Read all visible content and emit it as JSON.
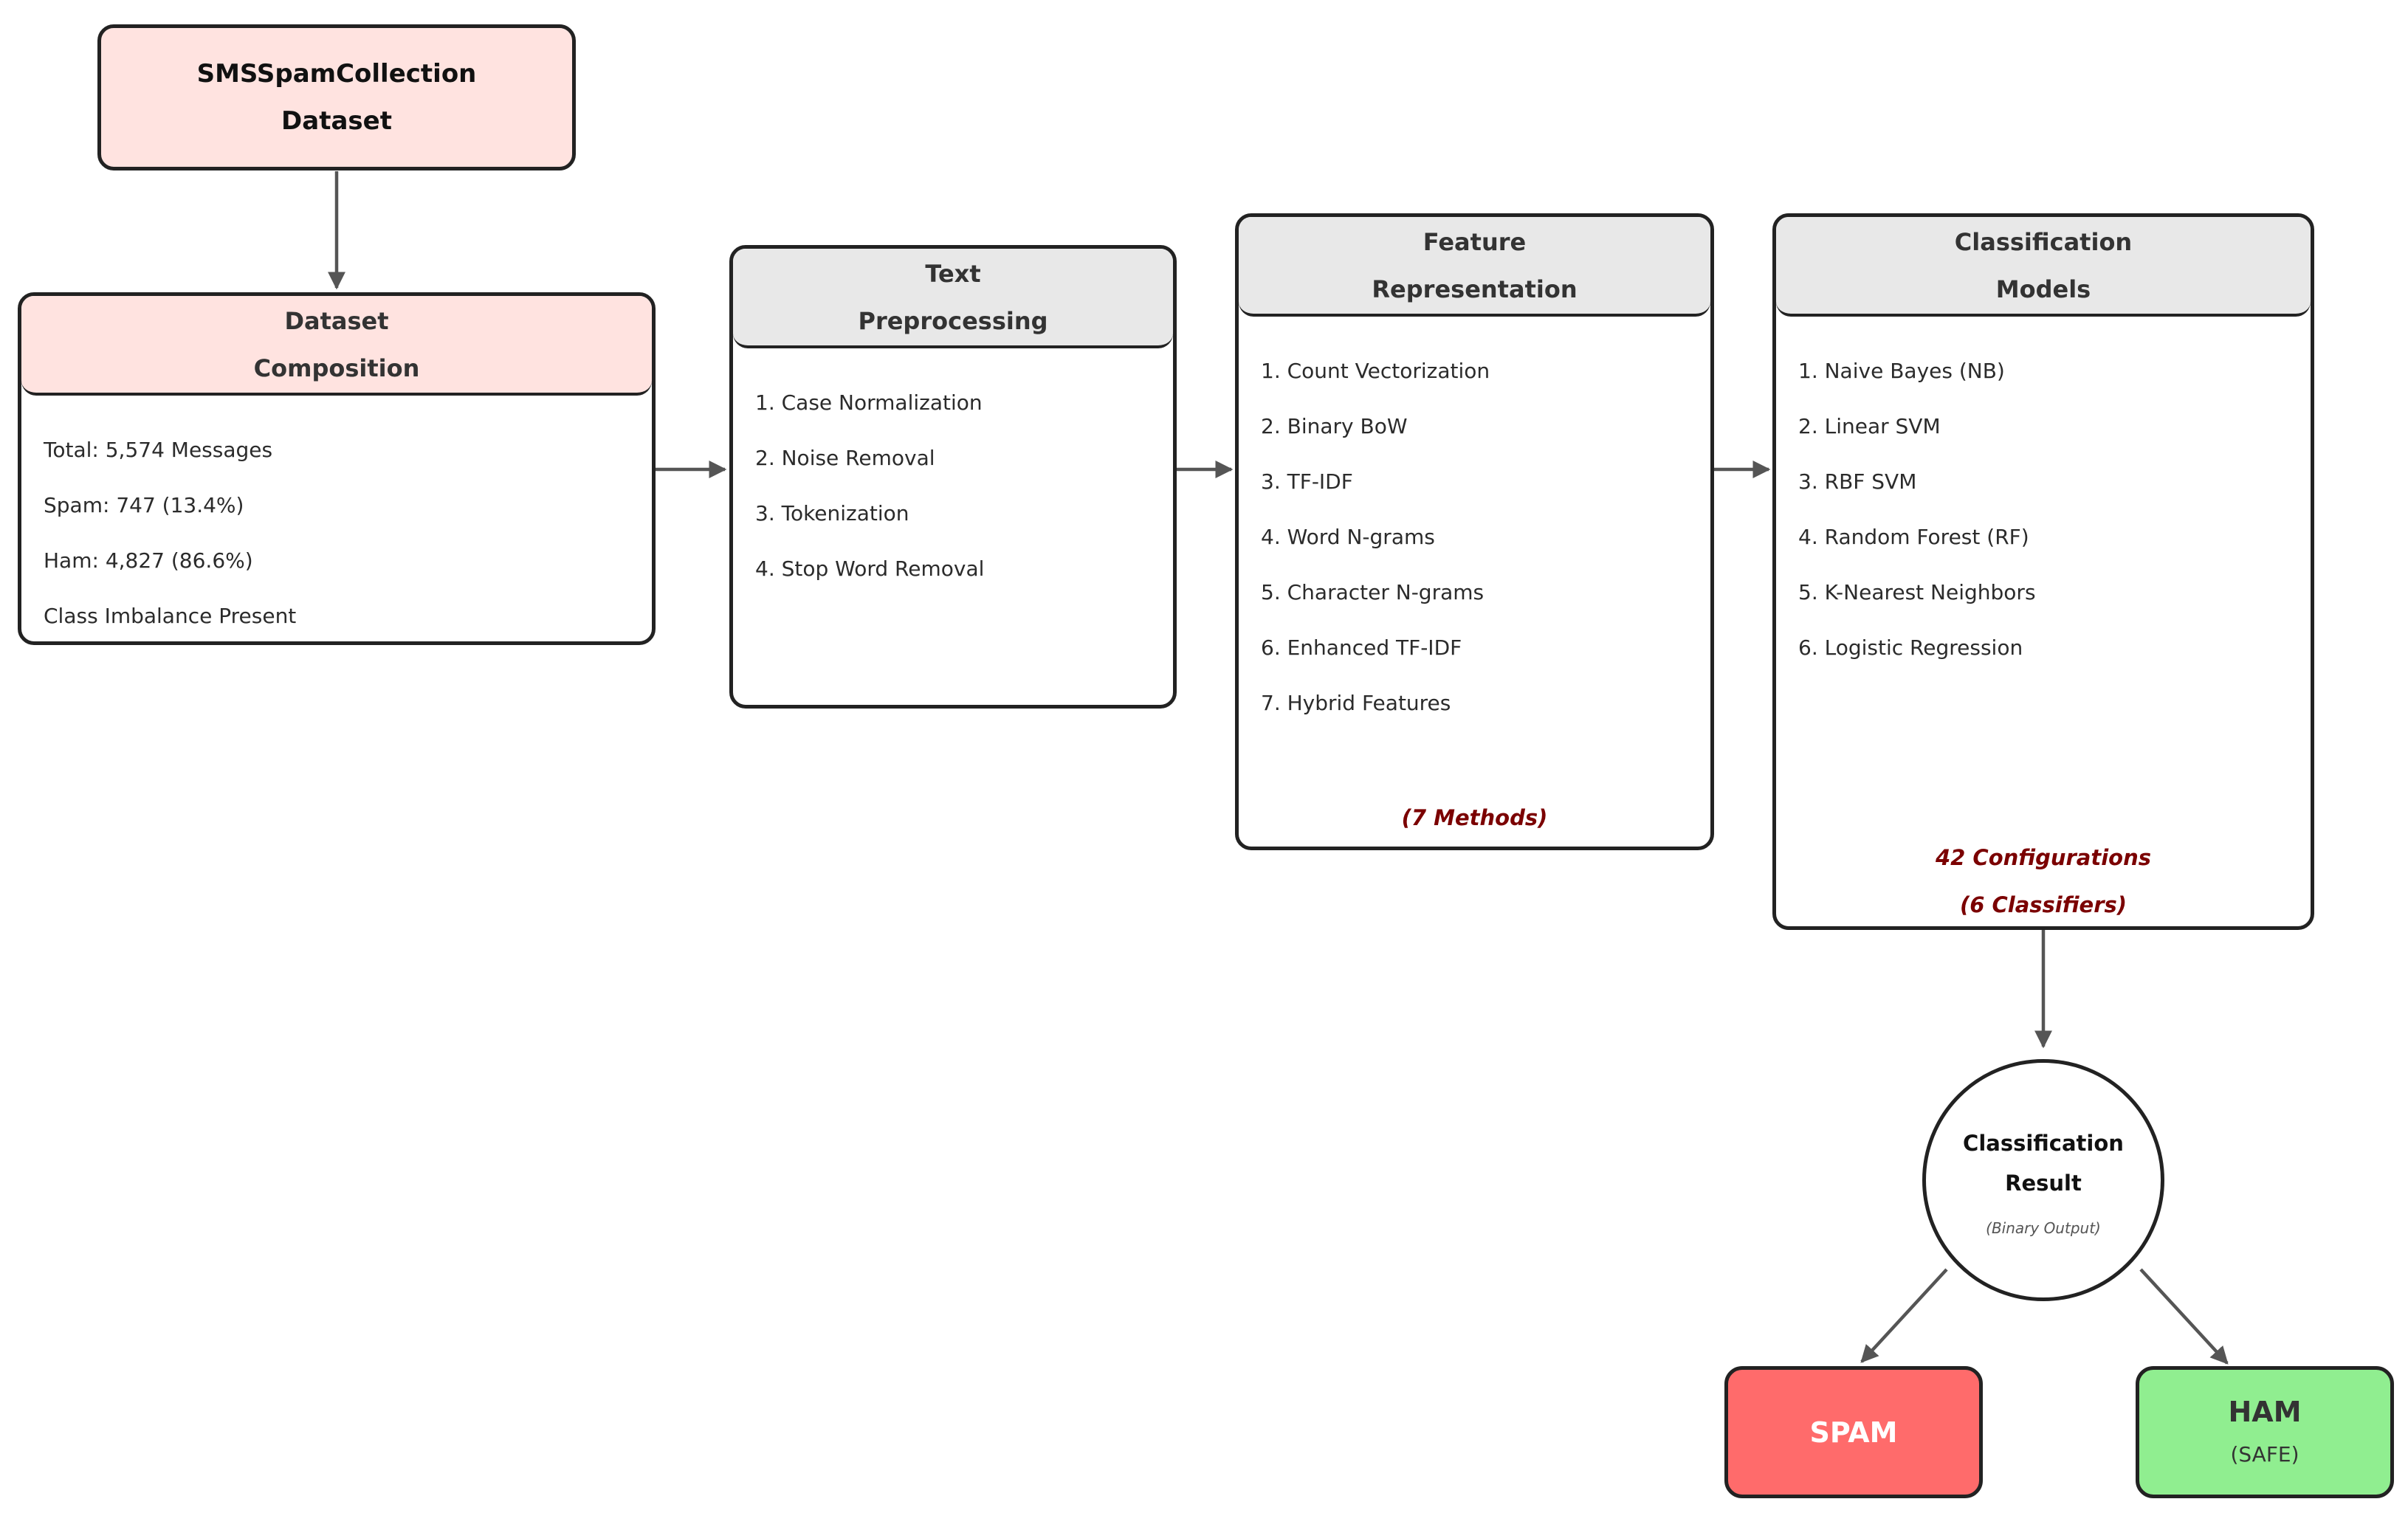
{
  "source": {
    "title_line1": "SMSSpamCollection",
    "title_line2": "Dataset"
  },
  "composition": {
    "header_line1": "Dataset",
    "header_line2": "Composition",
    "items": [
      "Total: 5,574 Messages",
      "Spam: 747 (13.4%)",
      "Ham: 4,827 (86.6%)",
      "Class Imbalance Present"
    ]
  },
  "preprocessing": {
    "header_line1": "Text",
    "header_line2": "Preprocessing",
    "items": [
      "1. Case Normalization",
      "2. Noise Removal",
      "3. Tokenization",
      "4. Stop Word Removal"
    ]
  },
  "features": {
    "header_line1": "Feature",
    "header_line2": "Representation",
    "items": [
      "1. Count Vectorization",
      "2. Binary BoW",
      "3. TF-IDF",
      "4. Word N-grams",
      "5. Character N-grams",
      "6. Enhanced TF-IDF",
      "7. Hybrid Features"
    ],
    "note": "(7 Methods)"
  },
  "models": {
    "header_line1": "Classification",
    "header_line2": "Models",
    "items": [
      "1. Naive Bayes (NB)",
      "2. Linear SVM",
      "3. RBF SVM",
      "4. Random Forest (RF)",
      "5. K-Nearest Neighbors",
      "6. Logistic Regression"
    ],
    "note_line1": "42 Configurations",
    "note_line2": "(6 Classifiers)"
  },
  "result": {
    "title_line1": "Classification",
    "title_line2": "Result",
    "subtitle": "(Binary Output)"
  },
  "outputs": {
    "spam": {
      "label": "SPAM"
    },
    "ham": {
      "label": "HAM",
      "sublabel": "(SAFE)"
    }
  },
  "colors": {
    "header_gray": "#e8e8e8",
    "header_pink": "#ffe3e0",
    "note_red": "#7b0000",
    "spam_red": "#ff6b6b",
    "ham_green": "#90ee90",
    "arrow": "#555555"
  }
}
